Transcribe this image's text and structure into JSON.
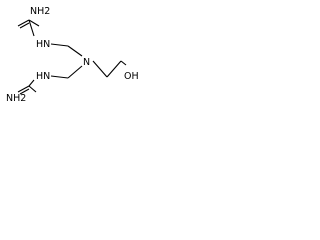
{
  "molecule": {
    "atoms": {
      "amine_top": "NH2",
      "nh_top": "HN",
      "amine_bottom": "NH2",
      "nh_bottom": "HN",
      "n_center": "N",
      "hydroxyl": "OH"
    }
  },
  "colors": {
    "bond": "#000000",
    "label": "#000000",
    "background": "#ffffff"
  }
}
